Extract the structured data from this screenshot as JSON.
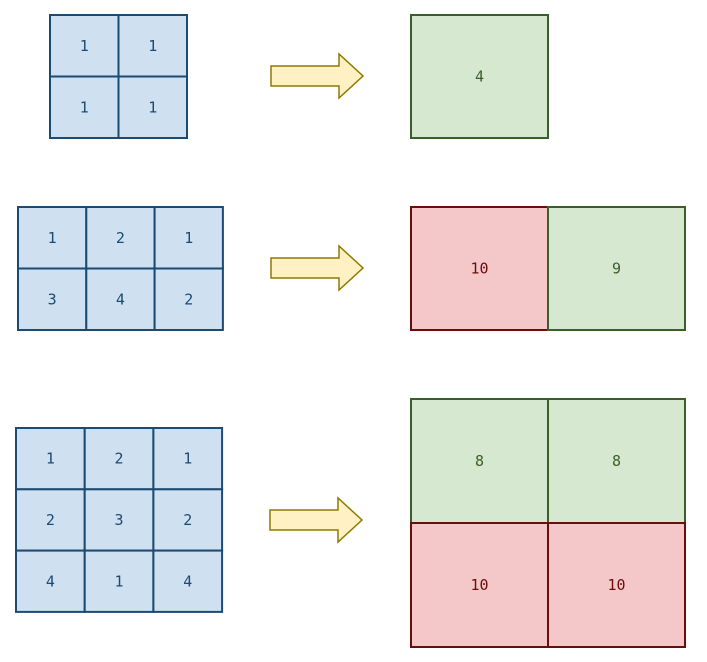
{
  "colors": {
    "input_fill": "#cfe0f1",
    "input_stroke": "#1b4a72",
    "input_text": "#1b4a72",
    "green_fill": "#d6e8d0",
    "green_stroke": "#3b5e2b",
    "green_text": "#3b5e2b",
    "red_fill": "#f4c8c8",
    "red_stroke": "#6b0d0d",
    "red_text": "#6b0d0d",
    "arrow_fill": "#fff1c4",
    "arrow_stroke": "#8f7a00"
  },
  "rows": [
    {
      "input": [
        [
          "1",
          "1"
        ],
        [
          "1",
          "1"
        ]
      ],
      "output": [
        [
          {
            "value": "4",
            "color": "green"
          }
        ]
      ]
    },
    {
      "input": [
        [
          "1",
          "2",
          "1"
        ],
        [
          "3",
          "4",
          "2"
        ]
      ],
      "output": [
        [
          {
            "value": "10",
            "color": "red"
          },
          {
            "value": "9",
            "color": "green"
          }
        ]
      ]
    },
    {
      "input": [
        [
          "1",
          "2",
          "1"
        ],
        [
          "2",
          "3",
          "2"
        ],
        [
          "4",
          "1",
          "4"
        ]
      ],
      "output": [
        [
          {
            "value": "8",
            "color": "green"
          },
          {
            "value": "8",
            "color": "green"
          }
        ],
        [
          {
            "value": "10",
            "color": "red"
          },
          {
            "value": "10",
            "color": "red"
          }
        ]
      ]
    }
  ]
}
